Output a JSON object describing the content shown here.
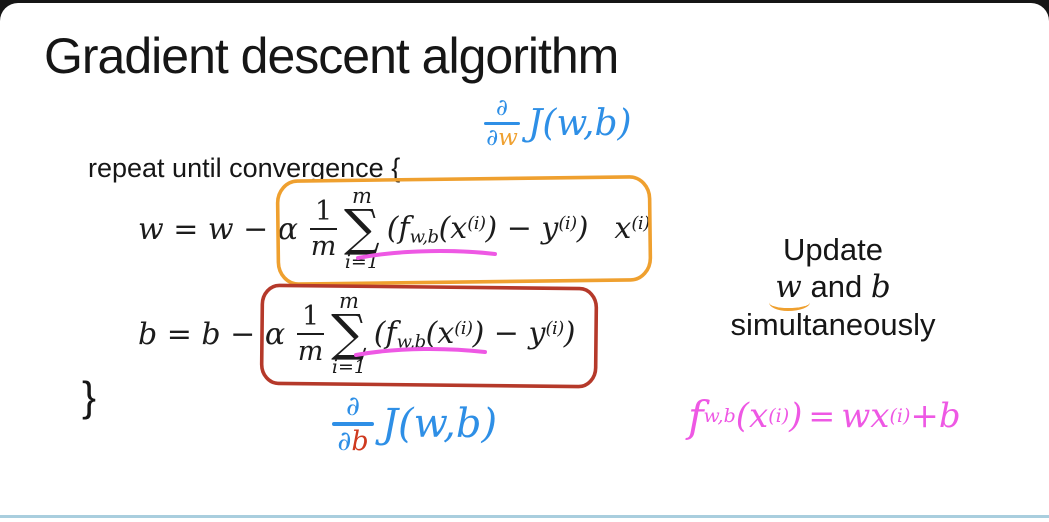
{
  "slide": {
    "title": "Gradient descent algorithm",
    "repeat_line": "repeat until convergence {",
    "close_brace": "}",
    "derivative_w": {
      "num": "∂",
      "den_partial": "∂",
      "den_var": "w",
      "func": "J(w,b)"
    },
    "derivative_b": {
      "num": "∂",
      "den_partial": "∂",
      "den_var": "b",
      "func": "J(w,b)"
    },
    "update_rule_w": {
      "lhs": "w = w − α",
      "frac_num": "1",
      "frac_den": "m",
      "sum_upper": "m",
      "sum_symbol": "∑",
      "sum_lower": "i=1",
      "term_open": "(f",
      "term_sub": "w,b",
      "term_arg": "(x",
      "term_sup1": "(i)",
      "term_mid": ") − y",
      "term_sup2": "(i)",
      "term_close": ")",
      "tail_var": "x",
      "tail_sup": "(i)"
    },
    "update_rule_b": {
      "lhs": "b = b − α",
      "frac_num": "1",
      "frac_den": "m",
      "sum_upper": "m",
      "sum_symbol": "∑",
      "sum_lower": "i=1",
      "term_open": "(f",
      "term_sub": "w,b",
      "term_arg": "(x",
      "term_sup1": "(i)",
      "term_mid": ") − y",
      "term_sup2": "(i)",
      "term_close": ")"
    },
    "side_note": {
      "line1": "Update",
      "w": "w",
      "and": "and",
      "b": "b",
      "line3": "simultaneously"
    },
    "model_formula": {
      "f": "f",
      "sub": "w,b",
      "arg": "(x",
      "sup1": "(i)",
      "close": ")",
      "eq": "=",
      "wx": "wx",
      "sup2": "(i)",
      "plus_b": "+b"
    },
    "colors": {
      "handwriting_blue": "#2e8fe6",
      "handwriting_orange": "#efa02f",
      "box_red": "#b5392a",
      "var_red": "#cf3a1f",
      "handwriting_pink": "#ee58e4",
      "ink_black": "#161616",
      "bottom_bar_blue": "#a9cede",
      "slide_background": "#ffffff",
      "frame_background": "#161616"
    }
  }
}
